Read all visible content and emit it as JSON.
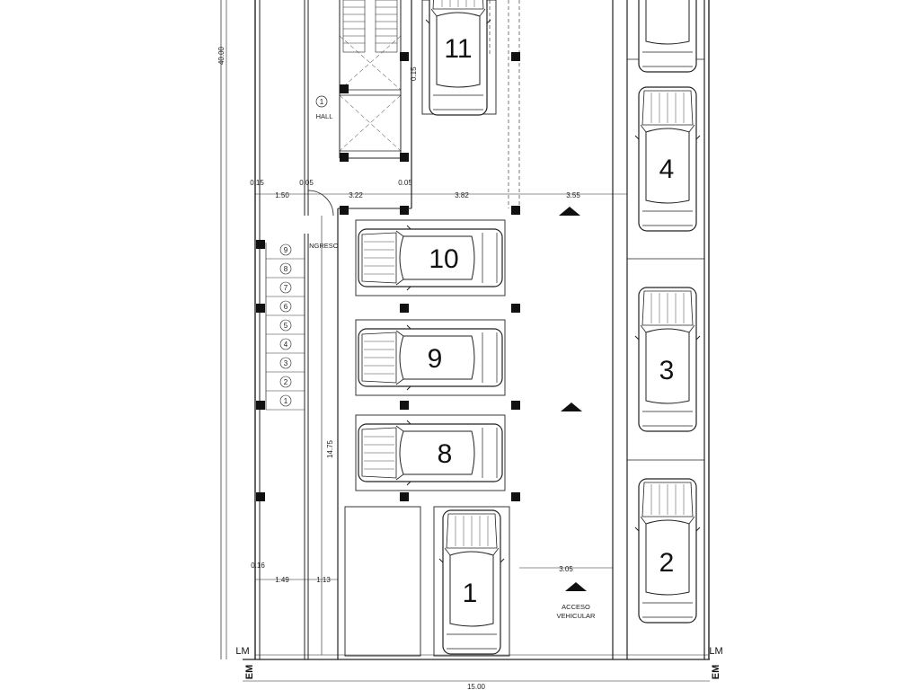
{
  "plan": {
    "parking_spaces": [
      "1",
      "2",
      "3",
      "4",
      "8",
      "9",
      "10",
      "11"
    ],
    "labels": {
      "hall": "HALL",
      "hall_number": "1",
      "entrance": "INGRESO",
      "vehicle_access_line1": "ACCESO",
      "vehicle_access_line2": "VEHICULAR",
      "lm": "LM",
      "em": "EM"
    },
    "stair_steps": [
      "9",
      "8",
      "7",
      "6",
      "5",
      "4",
      "3",
      "2",
      "1"
    ],
    "dimensions": {
      "total_width": "15.00",
      "total_depth": "40.00",
      "inner_length": "14.75",
      "top_a": "0.15",
      "top_b": "1.50",
      "top_c": "0.05",
      "top_d": "3.22",
      "top_e": "0.05",
      "top_f": "3.82",
      "top_g": "3.55",
      "bot_a": "0.16",
      "bot_b": "1.49",
      "bot_c": "1.13",
      "ramp_width": "3.05",
      "stair_gap": "0.15"
    }
  }
}
